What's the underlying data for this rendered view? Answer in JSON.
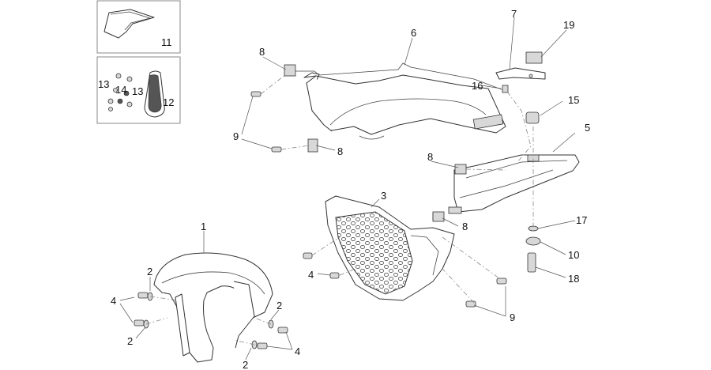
{
  "diagram": {
    "callouts": {
      "c1": "1",
      "c2a": "2",
      "c2b": "2",
      "c2c": "2",
      "c2d": "2",
      "c3": "3",
      "c4a": "4",
      "c4b": "4",
      "c4c": "4",
      "c5": "5",
      "c6": "6",
      "c7": "7",
      "c8a": "8",
      "c8b": "8",
      "c8c": "8",
      "c8d": "8",
      "c9a": "9",
      "c9b": "9",
      "c10": "10",
      "c11": "11",
      "c12": "12",
      "c13a": "13",
      "c13b": "13",
      "c14": "14",
      "c15": "15",
      "c16": "16",
      "c17": "17",
      "c18": "18",
      "c19": "19"
    }
  }
}
